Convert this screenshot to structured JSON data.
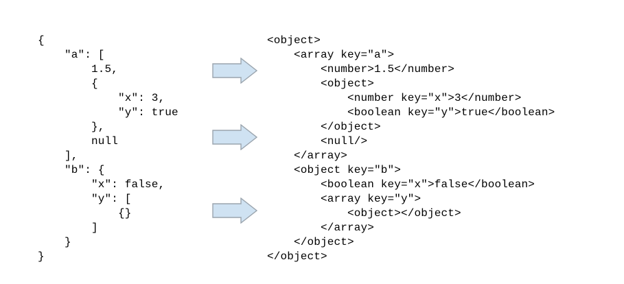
{
  "background_color": "#ffffff",
  "text_color": "#000000",
  "arrow": {
    "fill_color": "#cfe2f2",
    "border_color": "#9aa4ad",
    "name": "right-block-arrow",
    "count": 3
  },
  "json_panel": {
    "label": "json-source",
    "lines": [
      "{",
      "    \"a\": [",
      "        1.5,",
      "        {",
      "            \"x\": 3,",
      "            \"y\": true",
      "        },",
      "        null",
      "    ],",
      "    \"b\": {",
      "        \"x\": false,",
      "        \"y\": [",
      "            {}",
      "        ]",
      "    }",
      "}"
    ]
  },
  "xml_panel": {
    "label": "xml-result",
    "lines": [
      "<object>",
      "    <array key=\"a\">",
      "        <number>1.5</number>",
      "        <object>",
      "            <number key=\"x\">3</number>",
      "            <boolean key=\"y\">true</boolean>",
      "        </object>",
      "        <null/>",
      "    </array>",
      "    <object key=\"b\">",
      "        <boolean key=\"x\">false</boolean>",
      "        <array key=\"y\">",
      "            <object></object>",
      "        </array>",
      "    </object>",
      "</object>"
    ]
  }
}
